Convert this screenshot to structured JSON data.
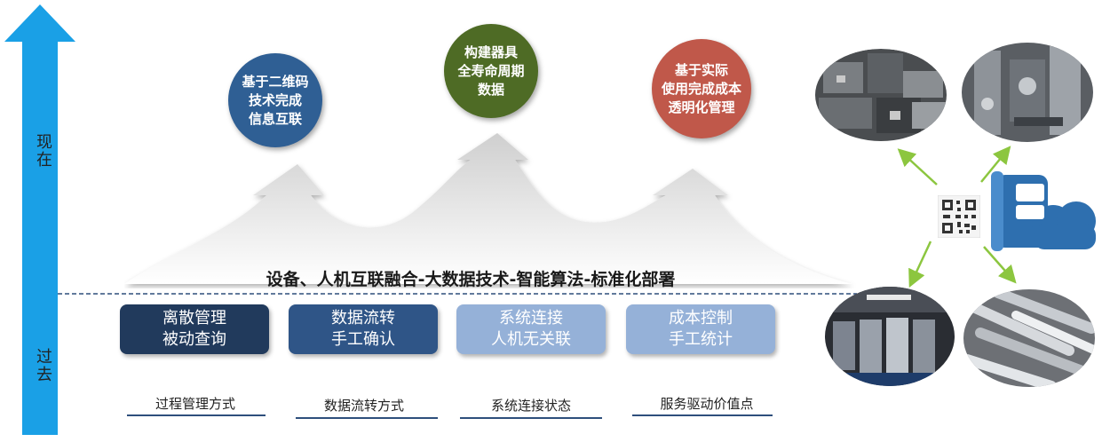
{
  "axis": {
    "top_label": "现在",
    "bottom_label": "过去"
  },
  "circles": [
    {
      "text": "基于二维码\n技术完成\n信息互联",
      "color": "#2f5f94"
    },
    {
      "text": "构建器具\n全寿命周期\n数据",
      "color": "#4e6b25"
    },
    {
      "text": "基于实际\n使用完成成本\n透明化管理",
      "color": "#c0584a"
    }
  ],
  "foundation": "设备、人机互联融合-大数据技术-智能算法-标准化部署",
  "boxes": [
    {
      "text": "离散管理\n被动查询",
      "color": "#213a5c"
    },
    {
      "text": "数据流转\n手工确认",
      "color": "#2f5587"
    },
    {
      "text": "系统连接\n人机无关联",
      "color": "#95b1d8"
    },
    {
      "text": "成本控制\n手工统计",
      "color": "#95b1d8"
    }
  ],
  "categories": [
    "过程管理方式",
    "数据流转方式",
    "系统连接状态",
    "服务驱动价值点"
  ],
  "colors": {
    "timeline": "#1aa0e6",
    "arrows": "#8cc63f",
    "cloud": "#2e6faf"
  },
  "icons": [
    "qr-code-icon",
    "cloud-device-icon"
  ]
}
